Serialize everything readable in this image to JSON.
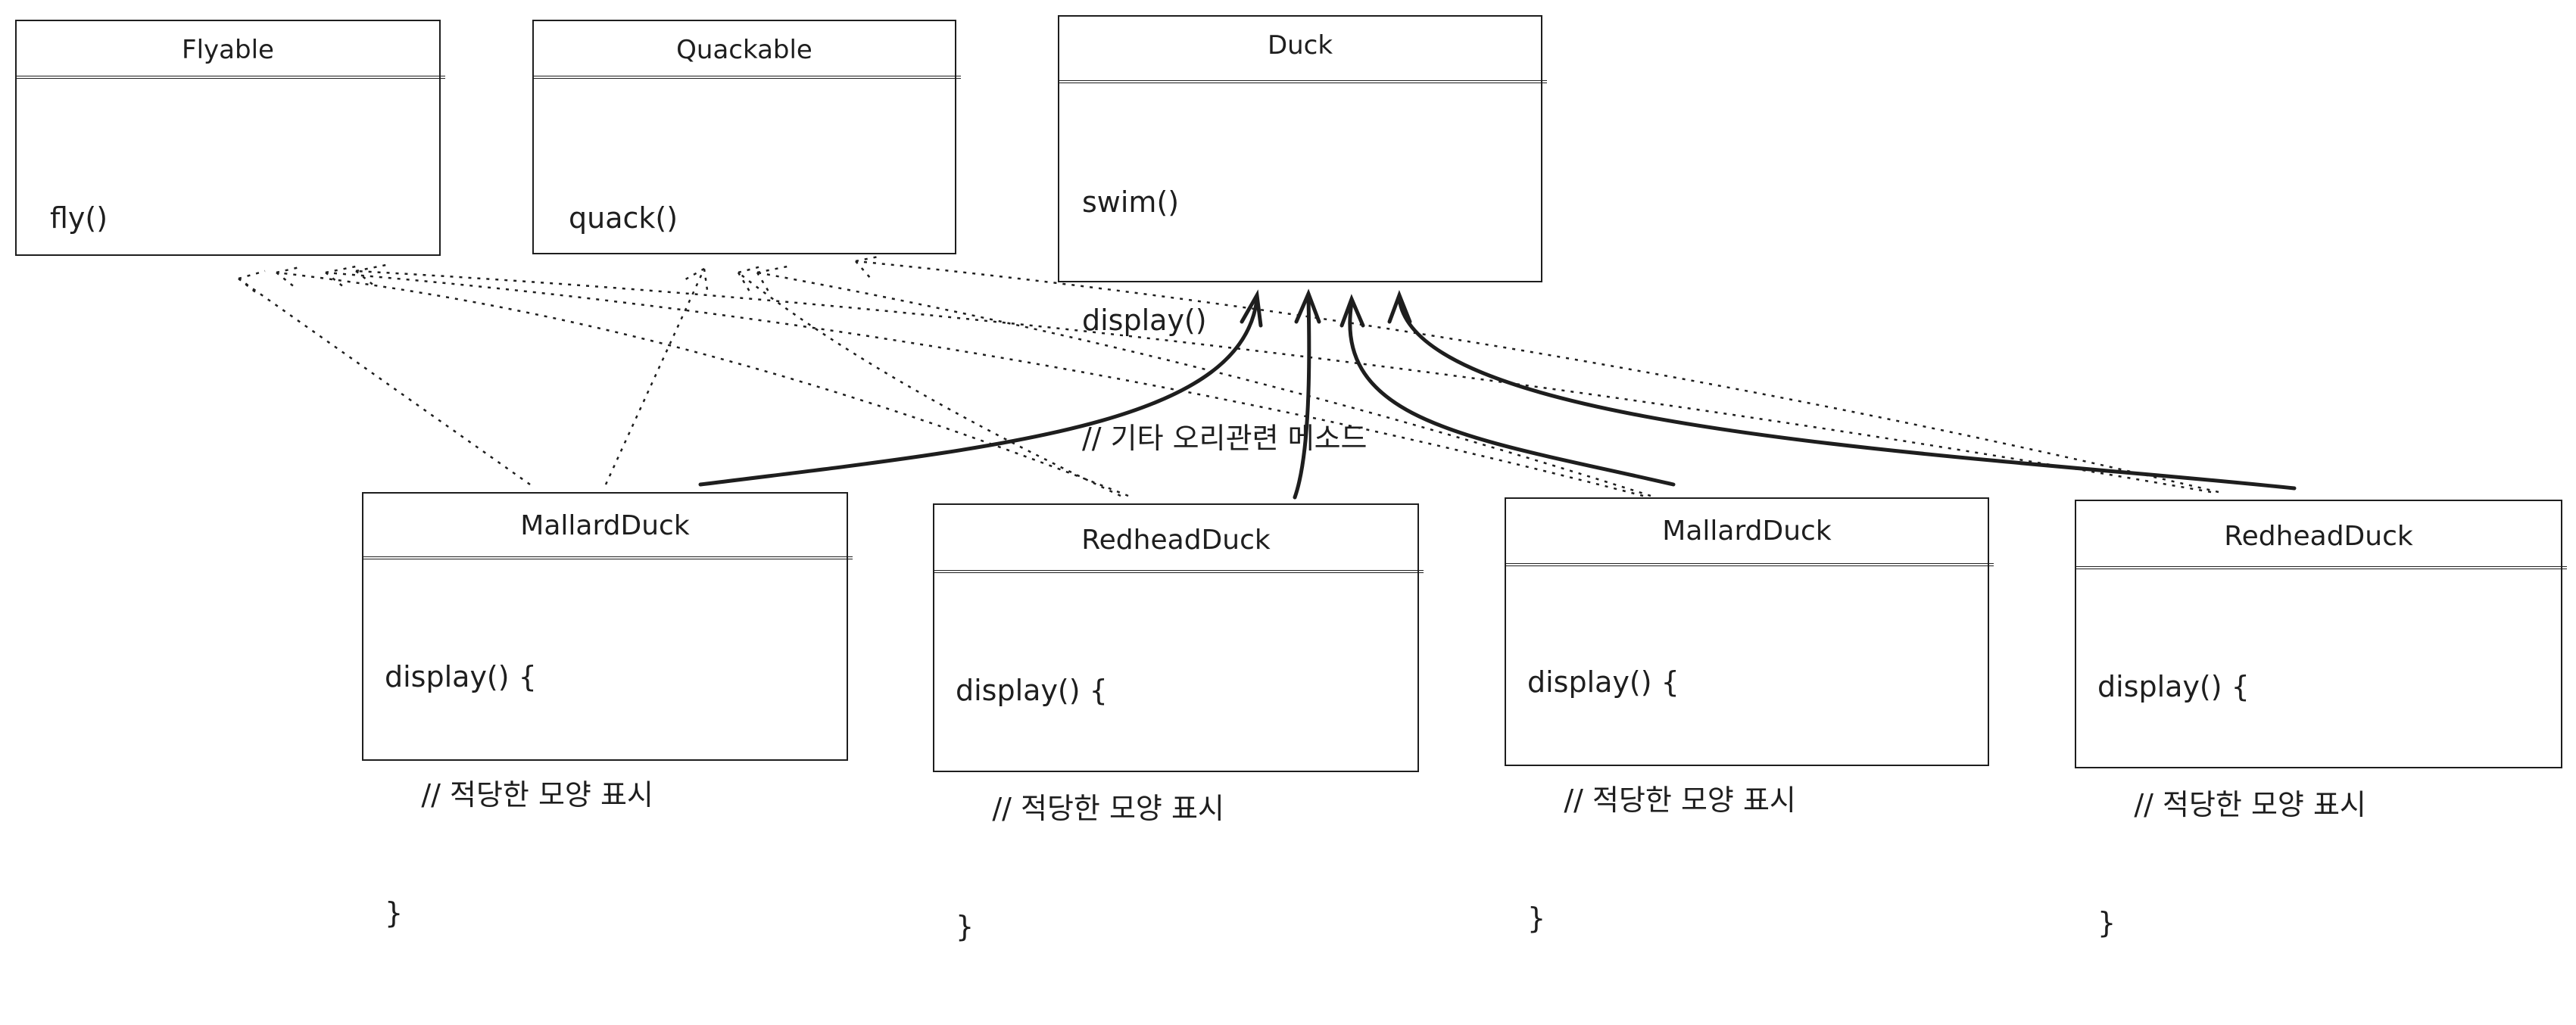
{
  "interfaces": [
    {
      "id": "flyable",
      "name": "Flyable",
      "members": [
        "fly()"
      ]
    },
    {
      "id": "quackable",
      "name": "Quackable",
      "members": [
        "quack()"
      ]
    }
  ],
  "base_class": {
    "id": "duck",
    "name": "Duck",
    "members": [
      "swim()",
      "display()",
      "// 기타 오리관련 메소드"
    ]
  },
  "subclasses": [
    {
      "id": "mallard-1",
      "name": "MallardDuck",
      "members": [
        "display() {",
        "    // 적당한 모양 표시",
        "}"
      ]
    },
    {
      "id": "redhead-1",
      "name": "RedheadDuck",
      "members": [
        "display() {",
        "    // 적당한 모양 표시",
        "}"
      ]
    },
    {
      "id": "mallard-2",
      "name": "MallardDuck",
      "members": [
        "display() {",
        "    // 적당한 모양 표시",
        "}"
      ]
    },
    {
      "id": "redhead-2",
      "name": "RedheadDuck",
      "members": [
        "display() {",
        "    // 적당한 모양 표시",
        "}"
      ]
    }
  ],
  "relations": [
    {
      "type": "inheritance",
      "from": "mallard-1",
      "to": "duck"
    },
    {
      "type": "inheritance",
      "from": "redhead-1",
      "to": "duck"
    },
    {
      "type": "inheritance",
      "from": "mallard-2",
      "to": "duck"
    },
    {
      "type": "inheritance",
      "from": "redhead-2",
      "to": "duck"
    },
    {
      "type": "implementation",
      "from": "mallard-1",
      "to": "flyable"
    },
    {
      "type": "implementation",
      "from": "mallard-1",
      "to": "quackable"
    },
    {
      "type": "implementation",
      "from": "redhead-1",
      "to": "flyable"
    },
    {
      "type": "implementation",
      "from": "redhead-1",
      "to": "quackable"
    },
    {
      "type": "implementation",
      "from": "mallard-2",
      "to": "flyable"
    },
    {
      "type": "implementation",
      "from": "mallard-2",
      "to": "quackable"
    },
    {
      "type": "implementation",
      "from": "redhead-2",
      "to": "flyable"
    },
    {
      "type": "implementation",
      "from": "redhead-2",
      "to": "quackable"
    }
  ],
  "colors": {
    "stroke": "#1e1e1e",
    "background": "#ffffff"
  }
}
